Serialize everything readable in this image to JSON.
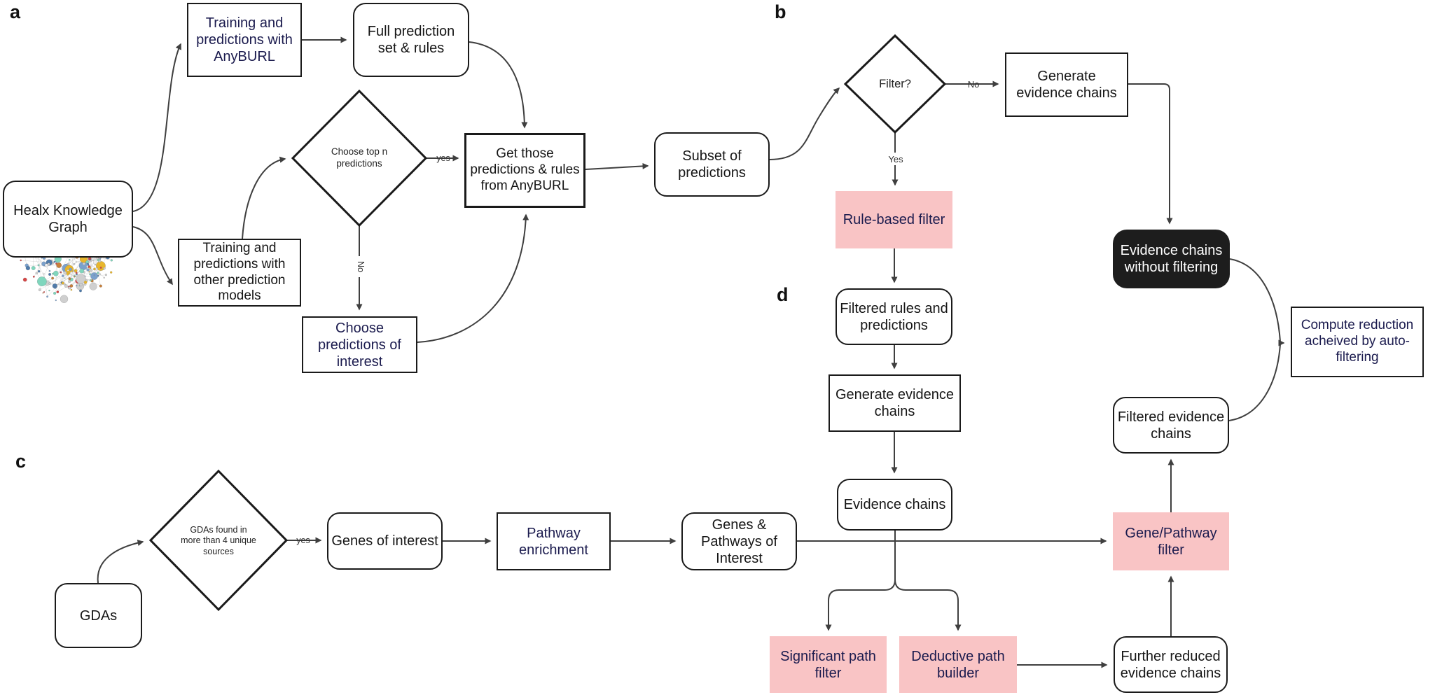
{
  "panels": {
    "a": "a",
    "b": "b",
    "c": "c",
    "d": "d"
  },
  "colors": {
    "accent_pink": "#f9c4c5",
    "navy_text": "#1b1b4e",
    "dark_node_fill": "#1d1d1d",
    "line": "#3f3f3f"
  },
  "nodes": {
    "healx_kg": {
      "label": "Healx Knowledge Graph"
    },
    "training_anyburl": {
      "label": "Training and predictions with AnyBURL"
    },
    "full_prediction_set": {
      "label": "Full prediction set & rules"
    },
    "choose_top_n": {
      "label": "Choose top n predictions"
    },
    "get_those": {
      "label": "Get those predictions & rules from AnyBURL"
    },
    "subset_predictions": {
      "label": "Subset of predictions"
    },
    "training_other": {
      "label": "Training and predictions with other prediction models"
    },
    "choose_interest": {
      "label": "Choose predictions of interest"
    },
    "filter_q": {
      "label": "Filter?"
    },
    "generate_chains_b": {
      "label": "Generate evidence chains"
    },
    "rule_based_filter": {
      "label": "Rule-based filter"
    },
    "chains_without_filtering": {
      "label": "Evidence chains without filtering"
    },
    "compute_reduction": {
      "label": "Compute reduction acheived by auto-filtering"
    },
    "filtered_rules": {
      "label": "Filtered rules and predictions"
    },
    "generate_chains_d": {
      "label": "Generate evidence chains"
    },
    "evidence_chains": {
      "label": "Evidence chains"
    },
    "significant_path_filter": {
      "label": "Significant path filter"
    },
    "deductive_path_builder": {
      "label": "Deductive path builder"
    },
    "further_reduced_chains": {
      "label": "Further reduced evidence chains"
    },
    "gene_pathway_filter": {
      "label": "Gene/Pathway filter"
    },
    "filtered_evidence_chains": {
      "label": "Filtered evidence chains"
    },
    "gdas": {
      "label": "GDAs"
    },
    "gda_diamond": {
      "label": "GDAs found in more than 4 unique sources"
    },
    "genes_of_interest": {
      "label": "Genes of interest"
    },
    "pathway_enrichment": {
      "label": "Pathway enrichment"
    },
    "genes_pathways_interest": {
      "label": "Genes & Pathways of Interest"
    }
  },
  "edge_labels": {
    "top_n_yes": "yes",
    "top_n_no": "No",
    "filter_no": "No",
    "filter_yes": "Yes",
    "gda_yes": "yes"
  }
}
